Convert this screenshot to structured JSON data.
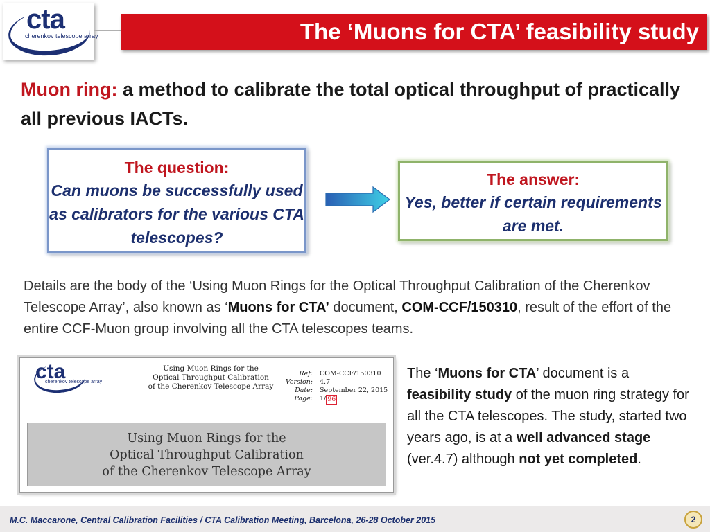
{
  "header": {
    "logo_text": "cta",
    "logo_subtitle": "cherenkov telescope array",
    "title": "The ‘Muons for CTA’ feasibility study"
  },
  "heading": {
    "lead": "Muon ring",
    "colon": ":",
    "text": " a method to calibrate the total optical throughput of practically all previous IACTs."
  },
  "question": {
    "title": "The question:",
    "body": "Can muons be successfully used as calibrators for the various CTA telescopes?"
  },
  "answer": {
    "title": "The answer:",
    "body": "Yes, better if certain requirements are met."
  },
  "details": {
    "part1": "Details are the body of the ‘Using Muon Rings for the Optical Throughput Calibration of the Cherenkov Telescope Array’, also known as ‘",
    "bold1": "Muons for CTA’",
    "part2": " document, ",
    "bold2": "COM-CCF/150310",
    "part3": ", result of the effort of the entire CCF-Muon group involving all the CTA telescopes teams."
  },
  "document_preview": {
    "logo_text": "cta",
    "logo_subtitle": "cherenkov telescope array",
    "header_title_lines": [
      "Using Muon Rings for the",
      "Optical Throughput Calibration",
      "of the Cherenkov Telescope Array"
    ],
    "meta": {
      "ref_label": "Ref:",
      "ref_value": "COM-CCF/150310",
      "version_label": "Version:",
      "version_value": "4.7",
      "date_label": "Date:",
      "date_value": "September 22, 2015",
      "page_label": "Page:",
      "page_value": "1/",
      "page_total": "96"
    },
    "big_title_lines": [
      "Using Muon Rings for the",
      "Optical Throughput Calibration",
      "of the Cherenkov Telescope Array"
    ]
  },
  "side_text": {
    "p1": "The ‘",
    "b1": "Muons for CTA",
    "p2": "’ document is a ",
    "b2": "feasibility study",
    "p3": " of the muon ring strategy for all the CTA telescopes. The study, started two years ago, is at a ",
    "b3": "well advanced stage",
    "p4": " (ver.4.7) although ",
    "b4": "not yet completed",
    "p5": "."
  },
  "footer": {
    "text": "M.C. Maccarone, Central Calibration Facilities / CTA Calibration Meeting, Barcelona, 26-28 October 2015",
    "page": "2"
  },
  "colors": {
    "title_bar": "#d4101a",
    "accent_red": "#c0161f",
    "navy": "#1c2f6e",
    "question_border": "#7a96c9",
    "answer_border": "#8fb36a"
  },
  "icons": {
    "arrow": "right-arrow-icon"
  }
}
